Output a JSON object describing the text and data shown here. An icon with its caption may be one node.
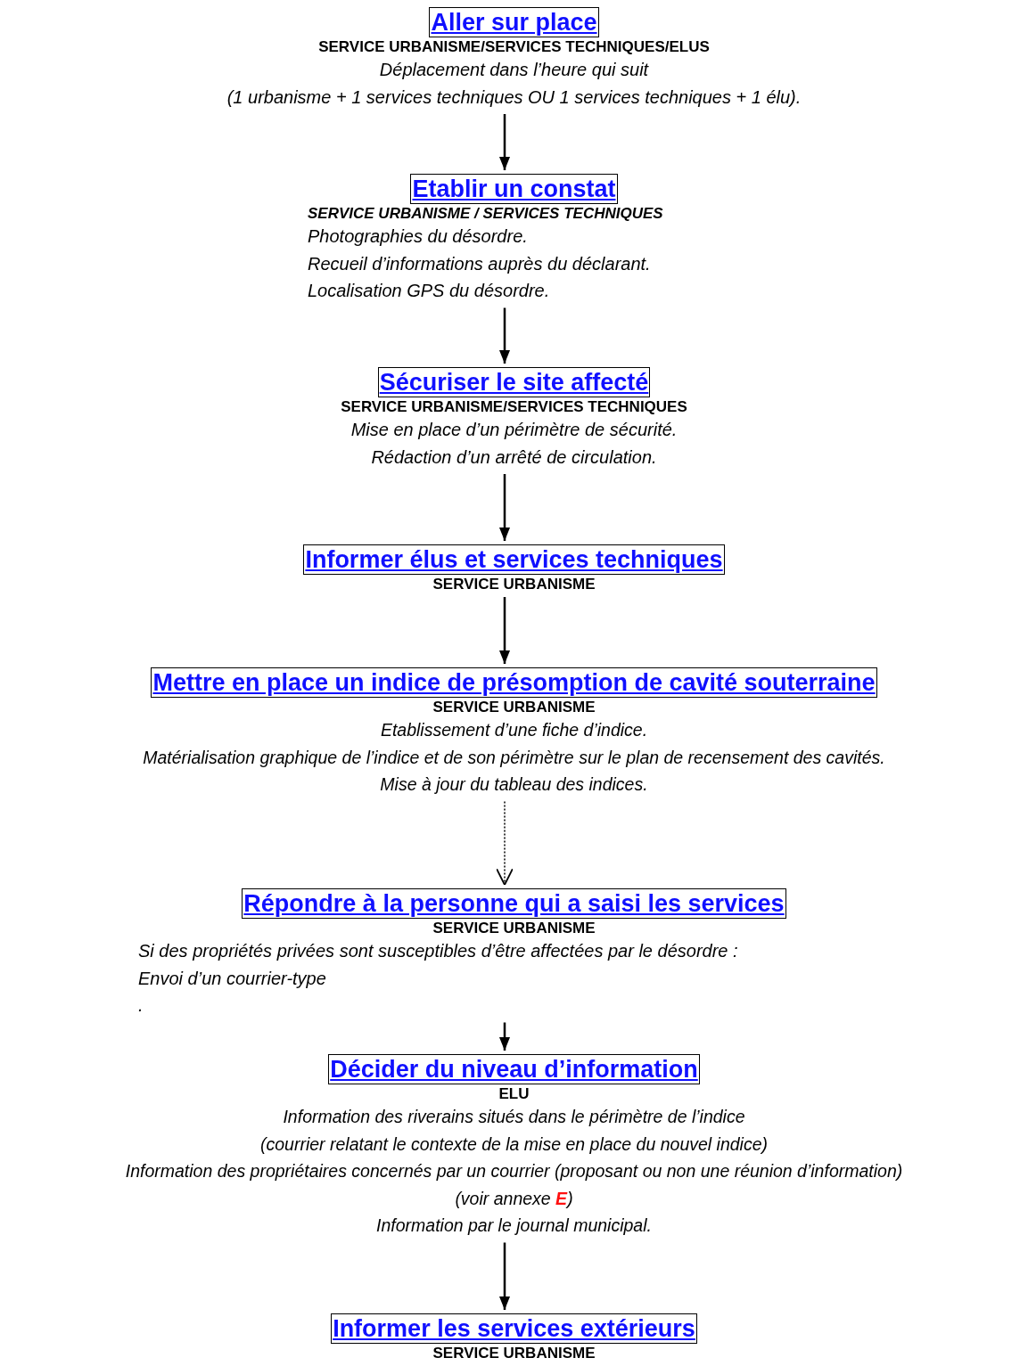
{
  "diagram": {
    "nodes": [
      {
        "text": [
          "Aller sur place"
        ],
        "beside": [
          "SERVICE URBANISME/SERVICES TECHNIQUES/ELUS",
          "Déplacement dans l’heure qui suit",
          "(1 urbanisme + 1 services techniques  OU 1 services techniques + 1 élu)."
        ]
      },
      {
        "text": [
          "Etablir un constat"
        ],
        "beside": [
          "SERVICE URBANISME / SERVICES TECHNIQUES",
          "Photographies du désordre.",
          "Recueil d’informations auprès du déclarant.",
          "Localisation GPS du désordre."
        ]
      },
      {
        "text": [
          "Sécuriser le site affecté"
        ],
        "beside": [
          "SERVICE URBANISME/SERVICES TECHNIQUES",
          "Mise en place d’un périmètre de sécurité.",
          "Rédaction d’un arrêté de circulation."
        ]
      },
      {
        "text": [
          "Informer élus et services techniques"
        ],
        "beside": [
          "SERVICE URBANISME"
        ]
      },
      {
        "text": [
          "Mettre en place un indice de présomption de cavité souterraine"
        ],
        "beside": [
          "SERVICE URBANISME",
          "Etablissement d’une fiche d’indice.",
          "Matérialisation graphique de l’indice et de son périmètre sur le plan de recensement des cavités.",
          "Mise à jour du tableau des indices."
        ]
      },
      {
        "text": [
          "Répondre à la personne qui a saisi les services"
        ],
        "beside": [
          "SERVICE URBANISME",
          "Si des propriétés privées sont susceptibles d’être affectées par le désordre :",
          "Envoi d’un courrier-type",
          "."
        ]
      },
      {
        "text": [
          "Décider du niveau d’information"
        ],
        "beside": [
          "ELU",
          "Information des riverains situés dans le périmètre de l’indice",
          "(courrier relatant le contexte de la mise en place du nouvel indice)",
          "Information des propriétaires concernés par un courrier (proposant ou non une réunion d’information)",
          "(voir annexe **E**)",
          "Information par le journal municipal."
        ]
      },
      {
        "text": [
          "Informer les services extérieurs"
        ],
        "beside": [
          "SERVICE URBANISME"
        ]
      }
    ],
    "edges": [
      {
        "from": 0,
        "to": 1,
        "arrow": "to"
      },
      {
        "from": 1,
        "to": 2,
        "arrow": "to"
      },
      {
        "from": 2,
        "to": 3,
        "arrow": "to"
      },
      {
        "from": 3,
        "to": 4,
        "arrow": "to"
      },
      {
        "from": 4,
        "to": 5,
        "arrow": "to",
        "style": "dashed"
      },
      {
        "from": 5,
        "to": 6,
        "arrow": "to"
      },
      {
        "from": 6,
        "to": 7,
        "arrow": "to"
      }
    ]
  }
}
